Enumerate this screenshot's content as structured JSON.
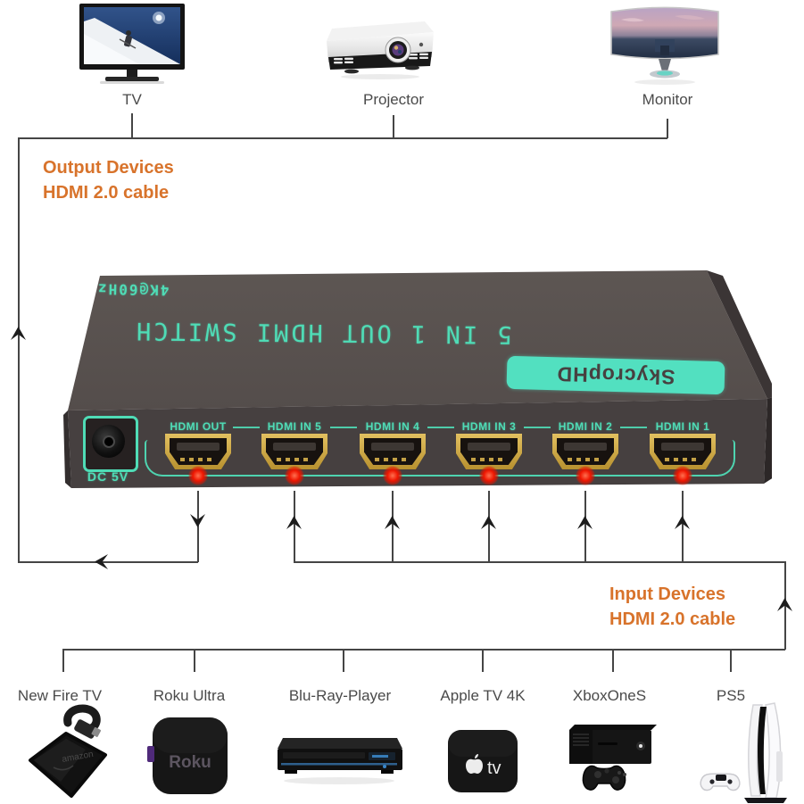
{
  "colors": {
    "accent_orange": "#d8732b",
    "teal": "#4fdcb6",
    "connector_line": "#454545",
    "device_top": "#585150",
    "device_front": "#454040",
    "hdmi_gold": "#c9a23c",
    "led_red": "#ee1500"
  },
  "output_section": {
    "heading_line1": "Output Devices",
    "heading_line2": "HDMI 2.0 cable",
    "devices": [
      {
        "name": "TV"
      },
      {
        "name": "Projector"
      },
      {
        "name": "Monitor"
      }
    ]
  },
  "switch": {
    "top_text_small": "4K@60Hz",
    "top_text_large": "5 IN 1 OUT HDMI SWITCH",
    "brand": "SkycropHD",
    "power_label": "DC 5V",
    "ports": [
      {
        "label": "HDMI OUT"
      },
      {
        "label": "HDMI IN 5"
      },
      {
        "label": "HDMI IN 4"
      },
      {
        "label": "HDMI IN 3"
      },
      {
        "label": "HDMI IN 2"
      },
      {
        "label": "HDMI IN 1"
      }
    ]
  },
  "input_section": {
    "heading_line1": "Input Devices",
    "heading_line2": "HDMI 2.0 cable",
    "devices": [
      {
        "name": "New Fire TV",
        "brand": "amazon"
      },
      {
        "name": "Roku Ultra",
        "brand": "Roku"
      },
      {
        "name": "Blu-Ray-Player"
      },
      {
        "name": "Apple TV 4K",
        "brand": "tv"
      },
      {
        "name": "XboxOneS"
      },
      {
        "name": "PS5"
      }
    ]
  }
}
